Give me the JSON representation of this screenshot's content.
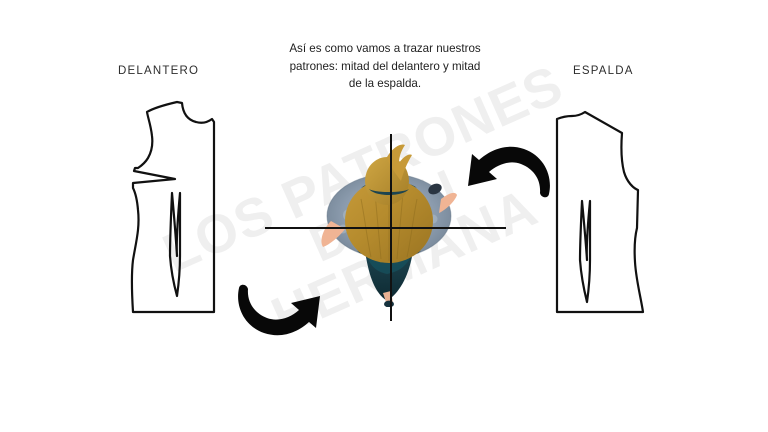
{
  "page": {
    "background_color": "#ffffff",
    "ink_color": "#111111",
    "watermark_color": "#efefef"
  },
  "watermark": {
    "line1": "LOS PATRONES",
    "line2": "DE TU",
    "line3": "HERMANA"
  },
  "labels": {
    "front": "DELANTERO",
    "back": "ESPALDA"
  },
  "caption": {
    "text": "Así es como vamos a trazar nuestros patrones: mitad del delantero y mitad de la espalda."
  },
  "figure": {
    "description": "top-down view of a person",
    "hair_color": "#b58b2d",
    "top_color": "#8b9bad",
    "skirt_color": "#13343c",
    "skin_color": "#f0b494"
  },
  "axes": {
    "horizontal": "horizontal-center-line",
    "vertical": "vertical-center-line"
  },
  "arrows": {
    "bottom_left": "curved-arrow-pointing-right",
    "top_right": "curved-arrow-pointing-left"
  },
  "patterns": {
    "front": {
      "name": "front-bodice-pattern",
      "has_dart": true
    },
    "back": {
      "name": "back-bodice-pattern",
      "has_dart": true
    }
  }
}
